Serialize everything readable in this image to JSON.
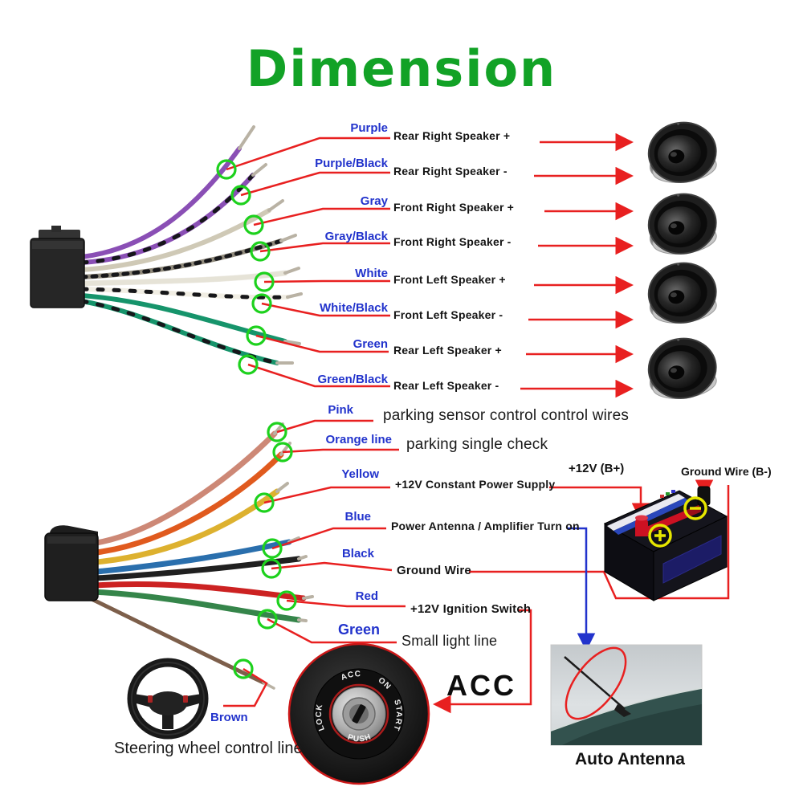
{
  "title": "Dimension",
  "top_section": {
    "rows": [
      {
        "wire_color_label": "Purple",
        "function": "Rear Right Speaker +"
      },
      {
        "wire_color_label": "Purple/Black",
        "function": "Rear Right Speaker -"
      },
      {
        "wire_color_label": "Gray",
        "function": "Front Right Speaker +"
      },
      {
        "wire_color_label": "Gray/Black",
        "function": "Front Right Speaker -"
      },
      {
        "wire_color_label": "White",
        "function": "Front Left Speaker +"
      },
      {
        "wire_color_label": "White/Black",
        "function": "Front Left Speaker -"
      },
      {
        "wire_color_label": "Green",
        "function": "Rear Left Speaker +"
      },
      {
        "wire_color_label": "Green/Black",
        "function": "Rear Left Speaker -"
      }
    ]
  },
  "bottom_section": {
    "rows": [
      {
        "wire_color_label": "Pink",
        "function": "parking sensor control control wires"
      },
      {
        "wire_color_label": "Orange line",
        "function": "parking single check"
      },
      {
        "wire_color_label": "Yellow",
        "function": "+12V Constant Power Supply"
      },
      {
        "wire_color_label": "Blue",
        "function": "Power Antenna / Amplifier Turn on"
      },
      {
        "wire_color_label": "Black",
        "function": "Ground Wire"
      },
      {
        "wire_color_label": "Red",
        "function": "+12V Ignition Switch"
      },
      {
        "wire_color_label": "Green",
        "function": "Small light line"
      },
      {
        "wire_color_label": "Brown",
        "function": "Steering wheel control line"
      }
    ]
  },
  "battery": {
    "positive_label": "+12V  (B+)",
    "negative_label": "Ground Wire (B-)"
  },
  "ignition": {
    "acc_label": "ACC",
    "dial_words": [
      "LOCK",
      "ACC",
      "ON",
      "START"
    ],
    "push_label": "PUSH"
  },
  "antenna_caption": "Auto Antenna",
  "colors": {
    "title_green": "#12a226",
    "label_blue": "#2233cc",
    "line_red": "#e82020",
    "marker_green": "#1dd11d"
  }
}
